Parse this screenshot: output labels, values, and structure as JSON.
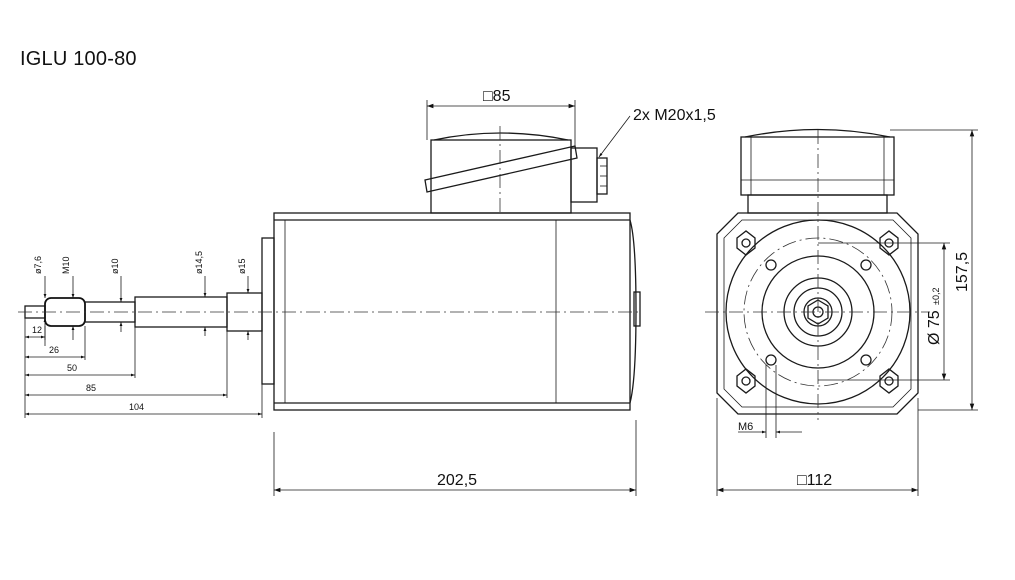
{
  "title": "IGLU 100-80",
  "dimensions": {
    "terminal_box_square": "□85",
    "cable_gland": "2x M20x1,5",
    "body_length": "202,5",
    "flange_square": "□112",
    "total_height": "157,5",
    "pilot_diameter": "Ø 75",
    "pilot_tolerance": "±0,2",
    "thread": "M6"
  },
  "shaft": {
    "diameters": [
      "ø7,6",
      "M10",
      "ø10",
      "ø14,5",
      "ø15"
    ],
    "lengths": [
      "12",
      "26",
      "50",
      "85",
      "104"
    ]
  }
}
